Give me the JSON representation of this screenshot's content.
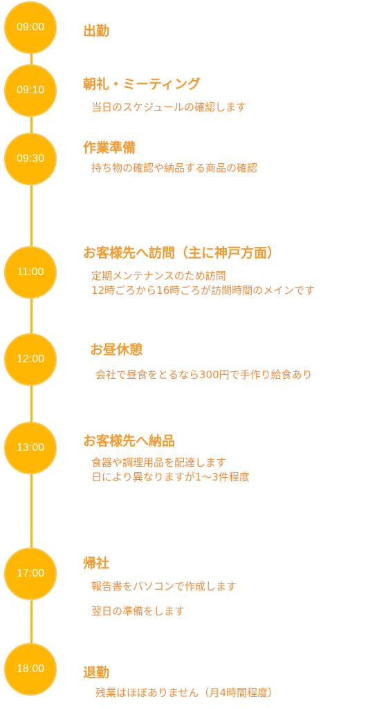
{
  "schedule": [
    {
      "time": "09:00",
      "title": "出勤"
    },
    {
      "time": "09:10",
      "title": "朝礼・ミーティング",
      "desc": [
        "当日のスケジュールの確認します"
      ]
    },
    {
      "time": "09:30",
      "title": "作業準備",
      "desc": [
        "持ち物の確認や納品する商品の確認"
      ]
    },
    {
      "time": "11:00",
      "title": "お客様先へ訪問（主に神戸方面）",
      "desc": [
        "定期メンテナンスのため訪問",
        "12時ごろから16時ごろが訪問時間のメインです"
      ]
    },
    {
      "time": "12:00",
      "title": "お昼休憩",
      "desc": [
        "会社で昼食をとるなら300円で手作り給食あり"
      ]
    },
    {
      "time": "13:00",
      "title": "お客様先へ納品",
      "desc": [
        "食器や調理用品を配達します",
        "日により異なりますが1～3件程度"
      ]
    },
    {
      "time": "17:00",
      "title": "帰社",
      "desc": [
        "報告書をパソコンで作成します",
        "翌日の準備をします"
      ]
    },
    {
      "time": "18:00",
      "title": "退勤",
      "desc": [
        "残業はほぼありません（月4時間程度）"
      ]
    }
  ]
}
